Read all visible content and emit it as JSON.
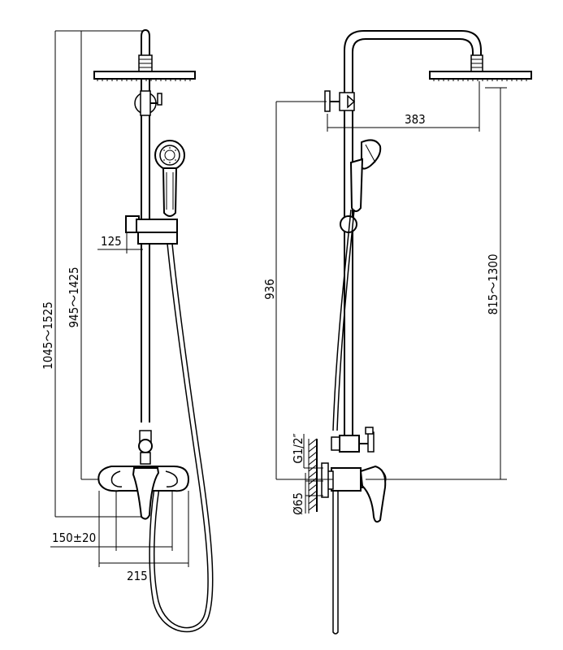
{
  "dimensions": {
    "total_height": "1045～1525",
    "rail_height": "945～1425",
    "holder_offset": "125",
    "center_distance": "150±20",
    "mixer_width": "215",
    "inlet_height": "936",
    "arm_reach": "383",
    "adjustable_height": "815～1300",
    "thread_size": "G1/2″",
    "flange_diameter": "Ø65"
  },
  "colors": {
    "line": "#000000",
    "background": "#ffffff"
  }
}
